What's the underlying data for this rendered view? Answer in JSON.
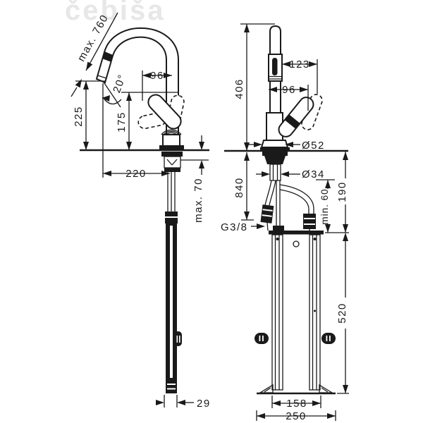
{
  "watermark": "čebiša",
  "front_view": {
    "labels": {
      "max_height": "max. 760",
      "swivel_angle": "20°",
      "spout_width": "96",
      "spout_height": "225",
      "handle_height": "175",
      "spout_reach": "220",
      "max_deck_thickness": "max. 70",
      "hose_width": "29"
    }
  },
  "side_view": {
    "labels": {
      "total_height": "406",
      "head_offset": "123",
      "handle_offset": "96",
      "base_diameter": "Ø52",
      "shank_diameter": "Ø34",
      "hose_length": "840",
      "under_deck_clearance": "190",
      "min_clearance": "min. 60",
      "connection_thread": "G3/8",
      "frame_height": "520",
      "frame_width": "158",
      "base_width": "250"
    }
  }
}
